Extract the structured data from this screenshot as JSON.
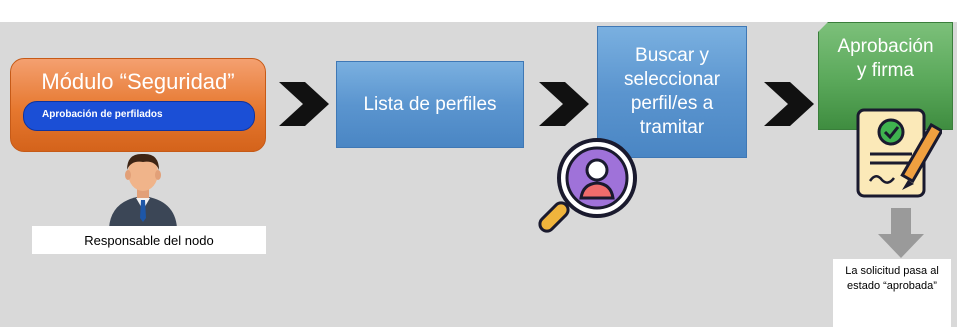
{
  "module": {
    "title": "Módulo “Seguridad”",
    "pill_label": "Aprobación de perfilados"
  },
  "responsable_label": "Responsable del nodo",
  "steps": {
    "lista": "Lista de perfiles",
    "buscar": "Buscar y seleccionar perfil/es a tramitar",
    "aprobacion": "Aprobación\ny firma"
  },
  "result_text": "La solicitud pasa al estado “aprobada”",
  "icons": [
    "person-icon",
    "chevron-right-icon",
    "magnifier-user-icon",
    "signed-document-icon",
    "arrow-down-icon"
  ],
  "colors": {
    "module_orange": "#e6782f",
    "pill_blue": "#1b4fd6",
    "step_blue": "#5b95cf",
    "step_green": "#5aa85a",
    "background_gray": "#d9d9d9"
  }
}
